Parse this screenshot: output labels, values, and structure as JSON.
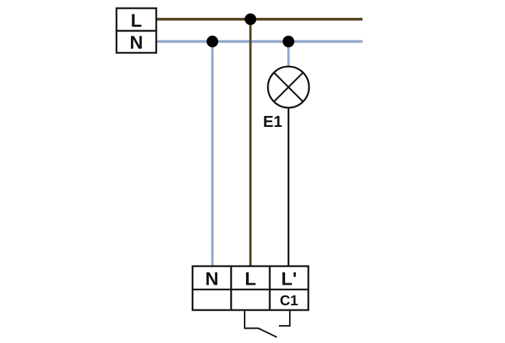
{
  "supply_box": {
    "live_label": "L",
    "neutral_label": "N"
  },
  "lamp": {
    "label": "E1"
  },
  "terminal_block": {
    "terminals": [
      "N",
      "L",
      "L'"
    ],
    "contact_label": "C1"
  },
  "colors": {
    "live_wire": "#574722",
    "neutral_wire": "#92a8ce",
    "switched_wire": "#141414",
    "junction_dot": "#000000",
    "outline": "#141414"
  }
}
